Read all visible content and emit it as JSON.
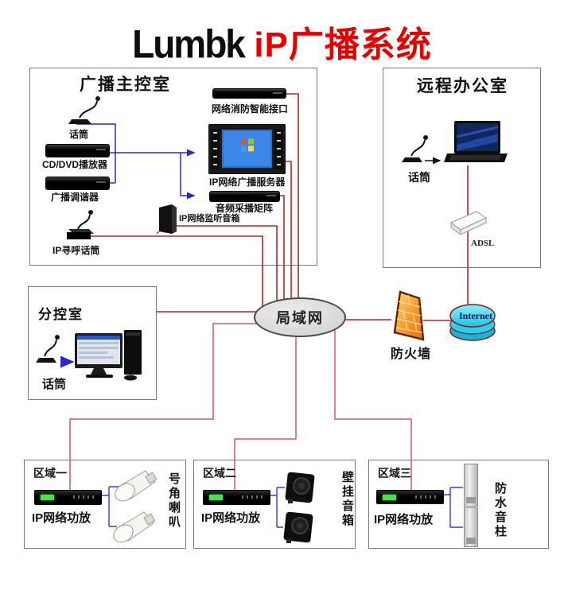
{
  "title": {
    "brand": "Lumbk",
    "product": "iP广播系统"
  },
  "main_room": {
    "title": "广播主控室",
    "mic_label": "话筒",
    "cd_player": "CD/DVD播放器",
    "tuner": "广播调谐器",
    "paging_mic": "IP寻呼话筒",
    "fire_interface": "网络消防智能接口",
    "server": "IP网络广播服务器",
    "matrix": "音频采播矩阵",
    "monitor_speaker": "IP网络监听音箱"
  },
  "remote_office": {
    "title": "远程办公室",
    "mic_label": "话筒",
    "adsl": "ADSL"
  },
  "sub_room": {
    "title": "分控室",
    "mic_label": "话筒"
  },
  "network": {
    "lan": "局域网",
    "firewall": "防火墙",
    "internet": "Internet"
  },
  "zones": [
    {
      "title": "区域一",
      "amp": "IP网络功放",
      "speakers": "号角喇叭"
    },
    {
      "title": "区域二",
      "amp": "IP网络功放",
      "speakers": "壁挂音箱"
    },
    {
      "title": "区域三",
      "amp": "IP网络功放",
      "speakers": "防水音柱"
    }
  ],
  "colors": {
    "accent_red": "#e60000",
    "line_red": "#b92525",
    "line_zone": "#c95b68",
    "line_blue": "#2828cc",
    "lan_fill": "#d9d9d9",
    "firewall_orange": "#ff8c1a",
    "internet_cyan": "#35d6ee"
  }
}
